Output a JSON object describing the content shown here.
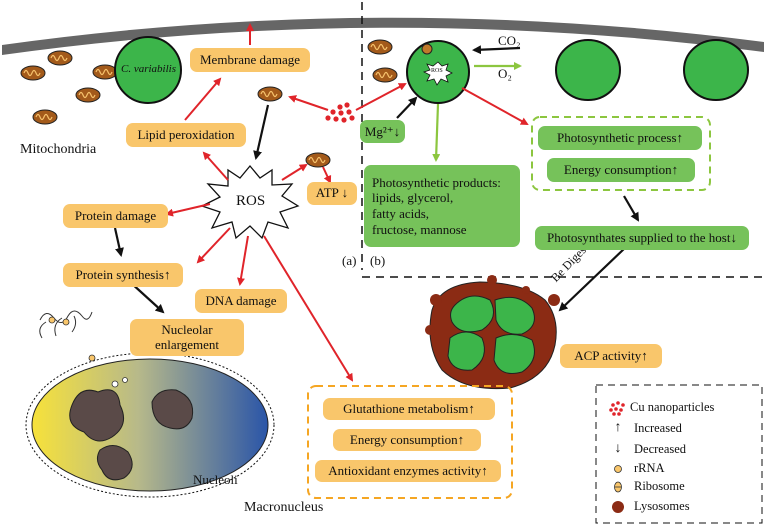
{
  "labels": {
    "cell_name": "C. variabilis",
    "mitochondria": "Mitochondria",
    "ros_center": "ROS",
    "ros_small": "ROS",
    "nucleoli": "Nucleoli",
    "macronucleus": "Macronucleus",
    "co2": "CO₂",
    "o2": "O₂",
    "mg": "Mg²⁺↓",
    "panel_a": "(a)",
    "panel_b": "(b)",
    "be_digested": "Be Digested"
  },
  "boxes": {
    "membrane_damage": "Membrane damage",
    "lipid_peroxidation": "Lipid peroxidation",
    "protein_damage": "Protein damage",
    "protein_synthesis": "Protein synthesis↑",
    "dna_damage": "DNA damage",
    "nucleolar_enlargement_1": "Nucleolar",
    "nucleolar_enlargement_2": "enlargement",
    "atp": "ATP ↓",
    "glutathione": "Glutathione metabolism↑",
    "energy_consumption_a": "Energy consumption↑",
    "antioxidant": "Antioxidant enzymes activity↑",
    "photosynthetic_process": "Photosynthetic process↑",
    "energy_consumption_b": "Energy consumption↑",
    "photosynthates_supplied": "Photosynthates supplied to the host↓",
    "acp_activity": "ACP activity↑",
    "products_line1": "Photosynthetic products:",
    "products_line2": "lipids,   glycerol,",
    "products_line3": "fatty acids,",
    "products_line4": "fructose,   mannose"
  },
  "legend": {
    "cu": "Cu nanoparticles",
    "increased": "Increased",
    "decreased": "Decreased",
    "rrna": "rRNA",
    "ribosome": "Ribosome",
    "lysosomes": "Lysosomes",
    "up_arrow": "↑",
    "down_arrow": "↓"
  },
  "colors": {
    "orange_box": "#f9c66b",
    "green_box": "#76c25a",
    "red_arrow": "#e0242a",
    "green_arrow": "#8cc63f",
    "lysosome": "#8b2b14",
    "nucleolus": "#5a4a48"
  }
}
